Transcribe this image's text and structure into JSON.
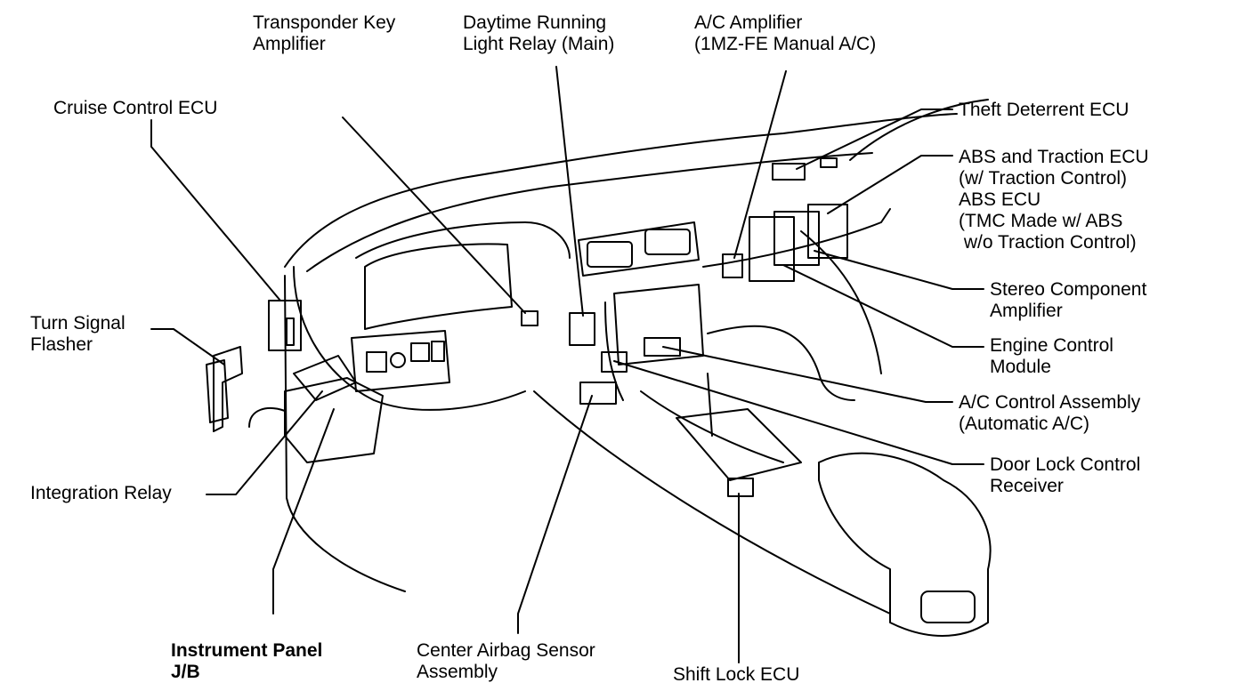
{
  "labels": {
    "transponder": [
      "Transponder Key",
      "Amplifier"
    ],
    "drl": [
      "Daytime Running",
      "Light Relay (Main)"
    ],
    "ac_amp": [
      "A/C Amplifier",
      "(1MZ-FE Manual A/C)"
    ],
    "cruise": [
      "Cruise Control ECU"
    ],
    "theft": [
      "Theft Deterrent ECU"
    ],
    "abs": [
      "ABS and Traction ECU",
      "(w/ Traction Control)",
      "ABS ECU",
      "(TMC Made w/ ABS",
      " w/o Traction Control)"
    ],
    "turn": [
      "Turn Signal",
      "Flasher"
    ],
    "stereo": [
      "Stereo Component",
      "Amplifier"
    ],
    "engine": [
      "Engine Control",
      "Module"
    ],
    "ac_ctrl": [
      "A/C Control Assembly",
      "(Automatic A/C)"
    ],
    "integration": [
      "Integration Relay"
    ],
    "door": [
      "Door Lock Control",
      "Receiver"
    ],
    "ipjb": [
      "Instrument Panel",
      "J/B"
    ],
    "airbag": [
      "Center Airbag Sensor",
      "Assembly"
    ],
    "shift": [
      "Shift Lock ECU"
    ]
  }
}
